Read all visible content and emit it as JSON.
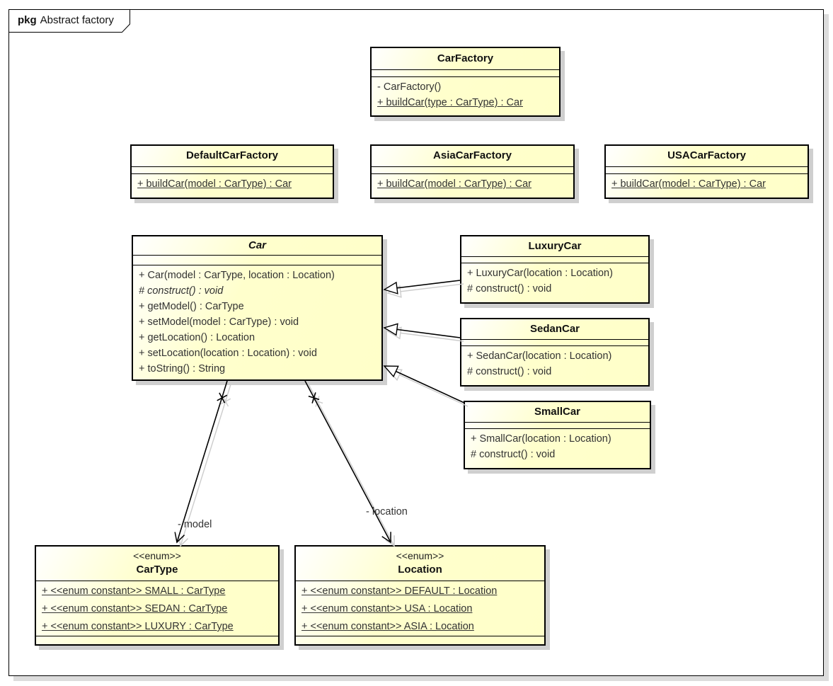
{
  "frame": {
    "tab_keyword": "pkg",
    "tab_title": "Abstract factory"
  },
  "colors": {
    "box_fill": "#ffffcc",
    "box_fill_highlight": "#ffffff",
    "border": "#000000",
    "shadow": "#cfcfcf",
    "edge_shadow": "#cccccc",
    "text": "#333333"
  },
  "classes": [
    {
      "key": "CarFactory",
      "name": "CarFactory",
      "abstract": false,
      "stereotype": "",
      "attributes": [],
      "operations": [
        {
          "text": "- CarFactory()"
        },
        {
          "text": "+ buildCar(type : CarType) : Car",
          "static": true
        }
      ]
    },
    {
      "key": "DefaultCarFactory",
      "name": "DefaultCarFactory",
      "abstract": false,
      "stereotype": "",
      "attributes": [],
      "operations": [
        {
          "text": "+ buildCar(model : CarType) : Car",
          "static": true
        }
      ]
    },
    {
      "key": "AsiaCarFactory",
      "name": "AsiaCarFactory",
      "abstract": false,
      "stereotype": "",
      "attributes": [],
      "operations": [
        {
          "text": "+ buildCar(model : CarType) : Car",
          "static": true
        }
      ]
    },
    {
      "key": "USACarFactory",
      "name": "USACarFactory",
      "abstract": false,
      "stereotype": "",
      "attributes": [],
      "operations": [
        {
          "text": "+ buildCar(model : CarType) : Car",
          "static": true
        }
      ]
    },
    {
      "key": "Car",
      "name": "Car",
      "abstract": true,
      "stereotype": "",
      "attributes": [],
      "operations": [
        {
          "text": "+ Car(model : CarType, location : Location)"
        },
        {
          "text": "# construct() : void",
          "abstract": true
        },
        {
          "text": "+ getModel() : CarType"
        },
        {
          "text": "+ setModel(model : CarType) : void"
        },
        {
          "text": "+ getLocation() : Location"
        },
        {
          "text": "+ setLocation(location : Location) : void"
        },
        {
          "text": "+ toString() : String"
        }
      ]
    },
    {
      "key": "LuxuryCar",
      "name": "LuxuryCar",
      "abstract": false,
      "stereotype": "",
      "attributes": [],
      "operations": [
        {
          "text": "+ LuxuryCar(location : Location)"
        },
        {
          "text": "# construct() : void"
        }
      ]
    },
    {
      "key": "SedanCar",
      "name": "SedanCar",
      "abstract": false,
      "stereotype": "",
      "attributes": [],
      "operations": [
        {
          "text": "+ SedanCar(location : Location)"
        },
        {
          "text": "# construct() : void"
        }
      ]
    },
    {
      "key": "SmallCar",
      "name": "SmallCar",
      "abstract": false,
      "stereotype": "",
      "attributes": [],
      "operations": [
        {
          "text": "+ SmallCar(location : Location)"
        },
        {
          "text": "# construct() : void"
        }
      ]
    },
    {
      "key": "CarType",
      "name": "CarType",
      "abstract": false,
      "stereotype": "<<enum>>",
      "attributes": [
        {
          "text": "+ <<enum constant>> SMALL : CarType",
          "static": true
        },
        {
          "text": "+ <<enum constant>> SEDAN : CarType",
          "static": true
        },
        {
          "text": "+ <<enum constant>> LUXURY : CarType",
          "static": true
        }
      ],
      "operations": []
    },
    {
      "key": "Location",
      "name": "Location",
      "abstract": false,
      "stereotype": "<<enum>>",
      "attributes": [
        {
          "text": "+ <<enum constant>> DEFAULT : Location",
          "static": true
        },
        {
          "text": "+ <<enum constant>> USA : Location",
          "static": true
        },
        {
          "text": "+ <<enum constant>> ASIA : Location",
          "static": true
        }
      ],
      "operations": []
    }
  ],
  "relationships": {
    "generalizations": [
      {
        "from": "LuxuryCar",
        "to": "Car"
      },
      {
        "from": "SedanCar",
        "to": "Car"
      },
      {
        "from": "SmallCar",
        "to": "Car"
      }
    ],
    "associations": [
      {
        "from": "Car",
        "to": "CarType",
        "label": "- model"
      },
      {
        "from": "Car",
        "to": "Location",
        "label": "- location"
      }
    ]
  }
}
